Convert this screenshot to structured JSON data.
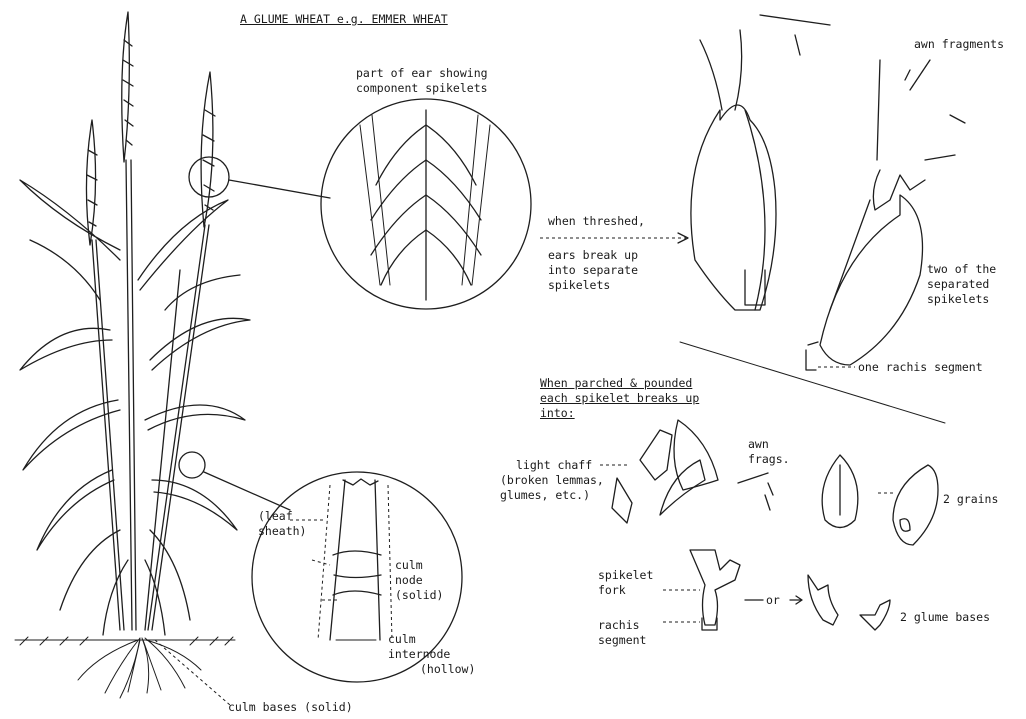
{
  "title": "A GLUME WHEAT  e.g. EMMER WHEAT",
  "labels": {
    "ear_part": [
      "part of ear showing",
      "component spikelets"
    ],
    "when_threshed": "when threshed,",
    "ears_break": [
      "ears break up",
      "into separate",
      "spikelets"
    ],
    "awn_fragments": "awn fragments",
    "two_spikelets": [
      "two of the",
      "separated",
      "spikelets"
    ],
    "rachis_one": "one rachis segment",
    "parched": [
      "When parched & pounded",
      "each spikelet breaks up",
      "into:"
    ],
    "light_chaff": [
      "light chaff",
      "(broken lemmas,",
      "glumes, etc.)"
    ],
    "awn_frags": [
      "awn",
      "frags."
    ],
    "grains": "2 grains",
    "spikelet_fork": [
      "spikelet",
      "fork"
    ],
    "rachis_segment": [
      "rachis",
      "segment"
    ],
    "or": "or",
    "glume_bases": "2 glume bases",
    "leaf_sheath": [
      "(leaf",
      "sheath)"
    ],
    "culm_node": [
      "culm",
      "node",
      "(solid)"
    ],
    "culm_internode": [
      "culm",
      "internode",
      "(hollow)"
    ],
    "culm_bases": "culm bases (solid)"
  }
}
